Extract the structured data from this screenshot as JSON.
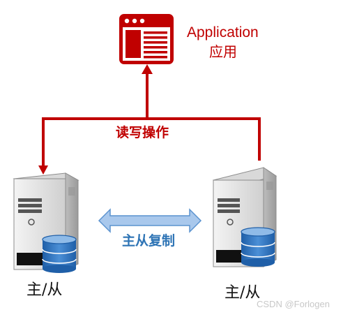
{
  "application": {
    "title": "Application",
    "subtitle": "应用",
    "icon": "application-window-icon"
  },
  "edges": {
    "read_write_label": "读写操作",
    "replication_label": "主从复制"
  },
  "servers": [
    {
      "label": "主/从",
      "icon": "server-tower-icon",
      "db_icon": "database-icon"
    },
    {
      "label": "主/从",
      "icon": "server-tower-icon",
      "db_icon": "database-icon"
    }
  ],
  "watermark": "CSDN @Forlogen",
  "colors": {
    "accent_red": "#c00000",
    "replication_blue": "#2e74b5",
    "arrow_fill": "#a9c8ec",
    "db_blue": "#2f6fb5",
    "server_body": "#e2e2e2",
    "watermark": "#c8c8c8"
  }
}
